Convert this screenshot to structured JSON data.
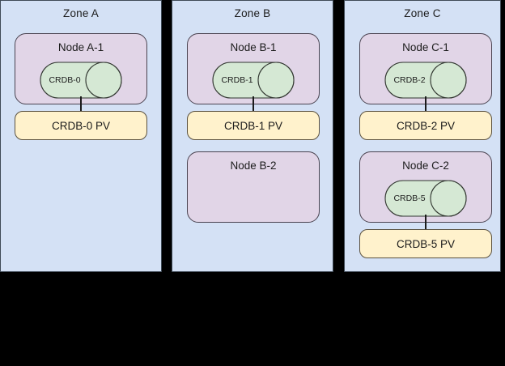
{
  "diagram": {
    "title_visible": false,
    "background_color": "#000000",
    "zone_fill": "#d4e1f5",
    "node_fill": "#e1d5e7",
    "db_fill": "#d5e8d4",
    "pv_fill": "#fff2cc",
    "stroke_color": "#3f4a56"
  },
  "zones": [
    {
      "label": "Zone A",
      "nodes": [
        {
          "label": "Node A-1",
          "database": {
            "label": "CRDB-0"
          },
          "volume": {
            "label": "CRDB-0 PV"
          }
        }
      ]
    },
    {
      "label": "Zone B",
      "nodes": [
        {
          "label": "Node B-1",
          "database": {
            "label": "CRDB-1"
          },
          "volume": {
            "label": "CRDB-1 PV"
          }
        },
        {
          "label": "Node B-2",
          "database": null,
          "volume": null
        }
      ]
    },
    {
      "label": "Zone C",
      "nodes": [
        {
          "label": "Node C-1",
          "database": {
            "label": "CRDB-2"
          },
          "volume": {
            "label": "CRDB-2 PV"
          }
        },
        {
          "label": "Node C-2",
          "database": {
            "label": "CRDB-5"
          },
          "volume": {
            "label": "CRDB-5 PV"
          }
        }
      ]
    }
  ]
}
